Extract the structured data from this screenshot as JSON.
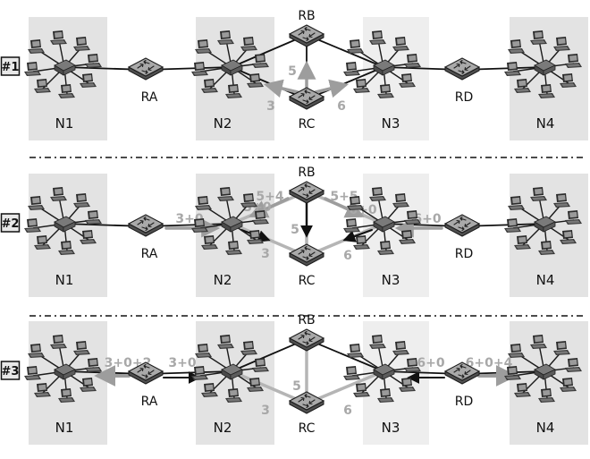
{
  "colors": {
    "network_bg": "#e3e3e3",
    "network_bg_light": "#eeeeee",
    "link": "#111111",
    "highlight_link": "#b5b5b5",
    "update_arrow": "#9d9d9d",
    "metric_text": "#a8a8a8"
  },
  "icons": {
    "router": "router-icon",
    "switch": "switch-hub-icon",
    "host": "computer-icon"
  },
  "panels": [
    {
      "id": "1",
      "step_label": "#1",
      "networks": [
        "N1",
        "N2",
        "N3",
        "N4"
      ],
      "routers": [
        "RA",
        "RB",
        "RC",
        "RD"
      ],
      "metrics": [
        "5",
        "3",
        "6"
      ],
      "updates": []
    },
    {
      "id": "2",
      "step_label": "#2",
      "networks": [
        "N1",
        "N2",
        "N3",
        "N4"
      ],
      "routers": [
        "RA",
        "RB",
        "RC",
        "RD"
      ],
      "metrics": [
        "5",
        "3",
        "6"
      ],
      "updates": [
        "3+0",
        "3+0",
        "5+4",
        "5+5",
        "6+0",
        "6+0"
      ]
    },
    {
      "id": "3",
      "step_label": "#3",
      "networks": [
        "N1",
        "N2",
        "N3",
        "N4"
      ],
      "routers": [
        "RA",
        "RB",
        "RC",
        "RD"
      ],
      "metrics": [
        "5",
        "3",
        "6"
      ],
      "updates": [
        "3+0+2",
        "3+0",
        "6+0",
        "6+0+4"
      ]
    }
  ]
}
